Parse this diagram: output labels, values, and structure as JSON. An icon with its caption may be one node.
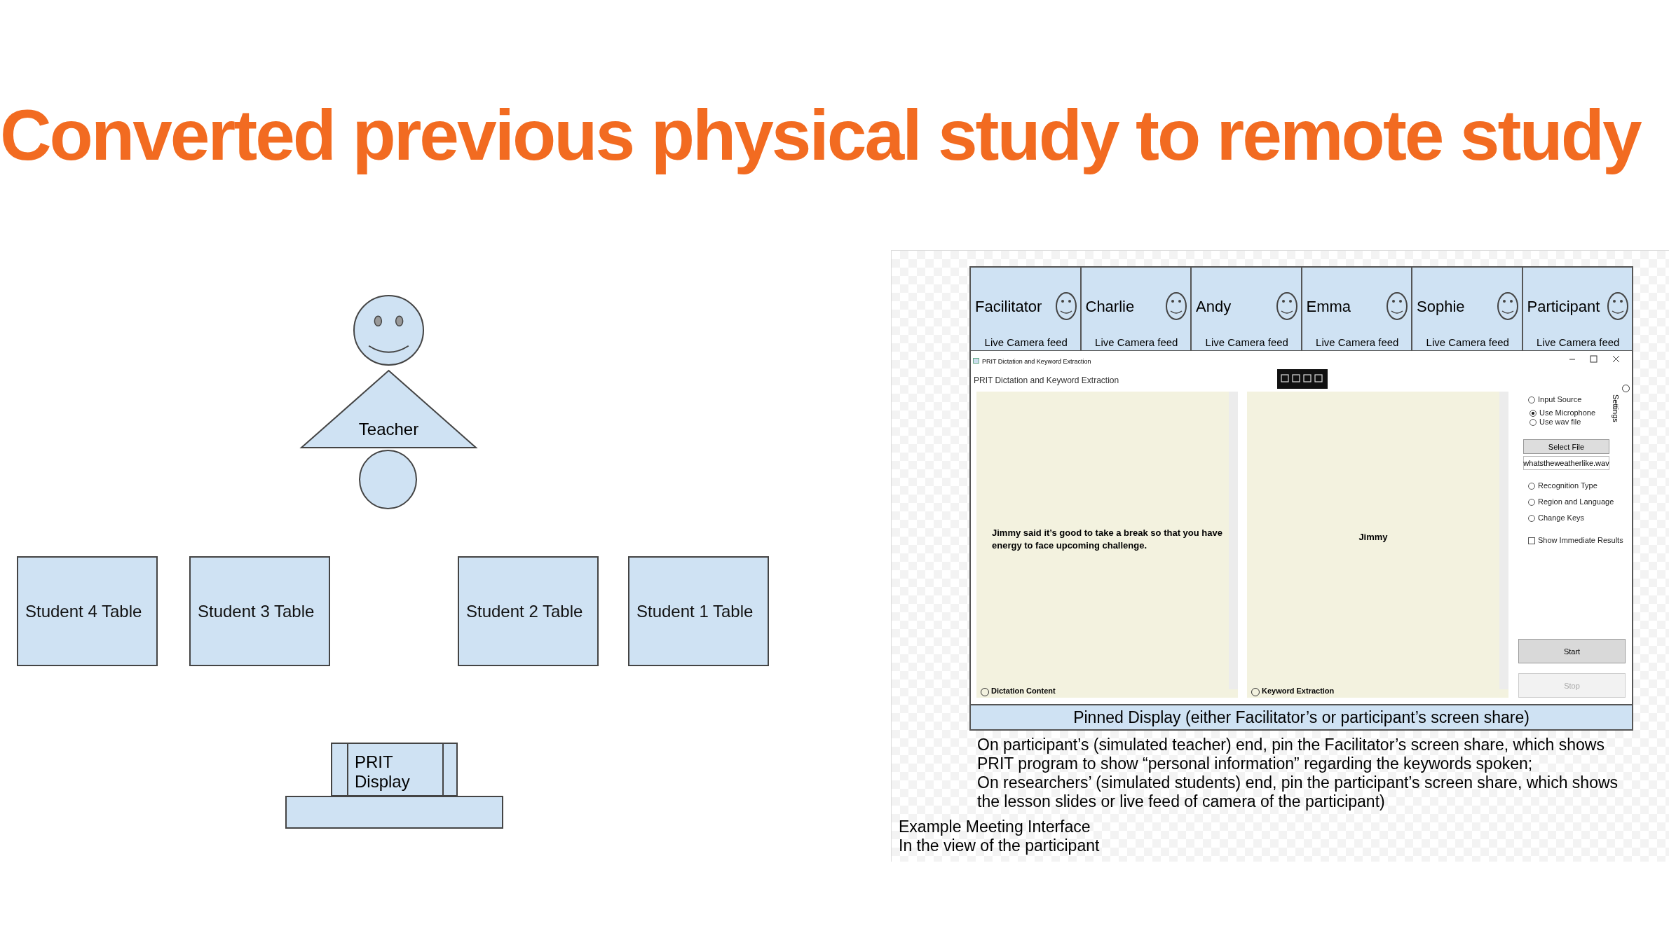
{
  "diagram": {
    "title": "Converted previous physical study to remote study",
    "nodes": [
      {
        "text": [],
        "shape": "circle"
      },
      {
        "text": [
          "Teacher"
        ]
      },
      {
        "text": [],
        "shape": "circle"
      },
      {
        "text": [
          "Student 4 Table"
        ]
      },
      {
        "text": [
          "Student 3 Table"
        ]
      },
      {
        "text": [
          "Student 2 Table"
        ]
      },
      {
        "text": [
          "Student 1 Table"
        ]
      },
      {
        "text": [
          "PRIT Display"
        ]
      },
      {
        "text": [],
        "shape": "box"
      },
      {
        "text": [
          "Facilitator",
          "Live Camera feed"
        ]
      },
      {
        "text": [
          "Charlie",
          "Live Camera feed"
        ]
      },
      {
        "text": [
          "Andy",
          "Live Camera feed"
        ]
      },
      {
        "text": [
          "Emma",
          "Live Camera feed"
        ]
      },
      {
        "text": [
          "Sophie",
          "Live Camera feed"
        ]
      },
      {
        "text": [
          "Participant",
          "Live Camera feed"
        ]
      },
      {
        "text": [
          "PRIT Dictation and Keyword Extraction",
          "PRIT Dictation and Keyword Extraction"
        ]
      },
      {
        "text": [
          "Jimmy said it’s good to take a break so that you have energy to face upcoming challenge.",
          "Dictation Content"
        ],
        "in": 15
      },
      {
        "text": [
          "Jimmy",
          "Keyword Extraction"
        ],
        "in": 15
      },
      {
        "text": [
          "Select File"
        ],
        "in": 15
      },
      {
        "text": [
          "whatstheweatherlike.wav"
        ],
        "in": 15
      },
      {
        "text": [
          "Start"
        ],
        "in": 15
      },
      {
        "text": [
          "Stop"
        ],
        "in": 15
      },
      {
        "text": [
          "Pinned Display (either Facilitator’s or participant’s screen share)"
        ]
      }
    ],
    "labels": [
      "Input Source",
      "Settings",
      "Use Microphone",
      "Use wav file",
      "Recognition Type",
      "Region and Language",
      "Change Keys",
      "Show Immediate Results",
      "On participant’s (simulated teacher) end, pin the Facilitator’s screen share, which shows PRIT program to show “personal information” regarding the keywords spoken;",
      "On researchers’ (simulated students) end, pin the participant’s screen share, which shows the lesson slides or live feed of camera of the participant)",
      "Example Meeting Interface",
      "In the view of the participant"
    ]
  }
}
